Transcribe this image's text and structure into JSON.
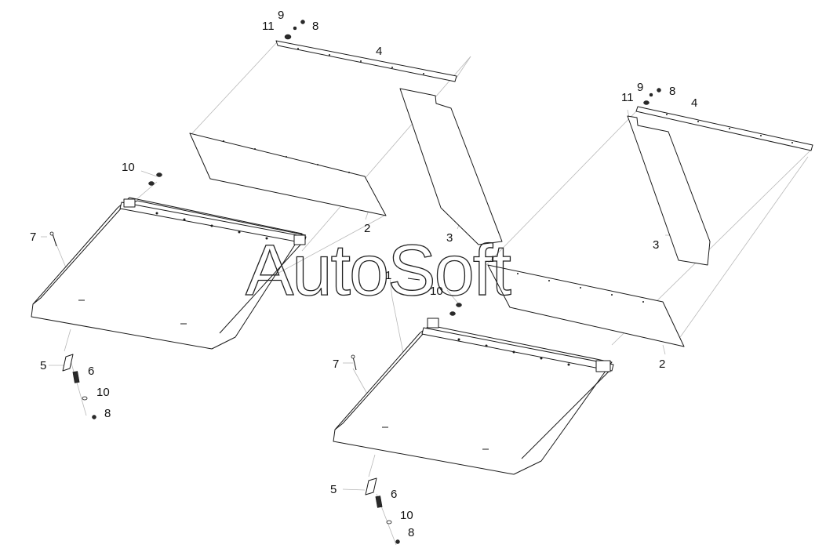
{
  "labels": {
    "p1": "1",
    "p2": "2",
    "p3": "3",
    "p4": "4",
    "p5": "5",
    "p6": "6",
    "p7": "7",
    "p8": "8",
    "p9": "9",
    "p10": "10",
    "p11": "11"
  },
  "watermark": "AutoSoft",
  "colors": {
    "line": "#1a1a1a",
    "leader": "#b8b8b8",
    "background": "#ffffff"
  }
}
